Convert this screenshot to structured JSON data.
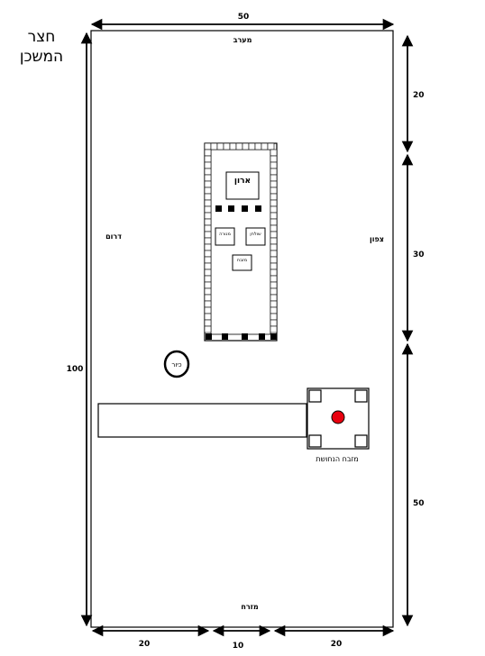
{
  "title": [
    "חצר",
    "המשכן"
  ],
  "directions": {
    "west": "מערב",
    "east": "מזרח",
    "south": "דרום",
    "north": "צפון"
  },
  "dimensions": {
    "width": "50",
    "length": "100",
    "north_top": "20",
    "north_middle": "30",
    "north_bottom": "50",
    "bottom_left": "20",
    "bottom_gate": "10",
    "bottom_right": "20"
  },
  "items": {
    "ark": "ארון",
    "menorah": "מנורה",
    "table": "שולחן",
    "incense_altar": "מזבח",
    "laver": "כיור",
    "copper_altar": "מזבח הנחושת"
  },
  "colors": {
    "line": "#000000",
    "fire": "#e8000f"
  }
}
